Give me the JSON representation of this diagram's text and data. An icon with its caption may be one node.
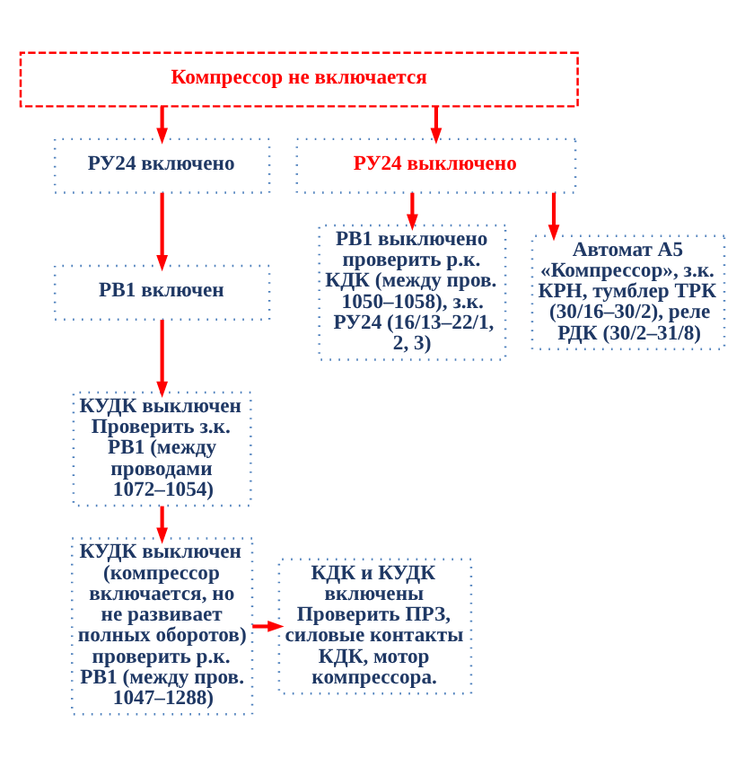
{
  "diagram": {
    "nodes": [
      {
        "text": [
          "Компрессор не включается"
        ]
      },
      {
        "text": [
          "РУ24 включено"
        ]
      },
      {
        "text": [
          "РУ24 выключено"
        ]
      },
      {
        "text": [
          "РВ1 включен"
        ]
      },
      {
        "text": [
          "РВ1 выключено проверить р.к. КДК (между пров. 1050–1058), з.к. РУ24 (16/13–22/1, 2, 3)"
        ]
      },
      {
        "text": [
          "Автомат А5 «Компрессор», з.к. КРН, тумблер ТРК (30/16–30/2), реле РДК (30/2–31/8)"
        ]
      },
      {
        "text": [
          "КУДК выключен",
          "Проверить з.к. РВ1 (между проводами 1072–1054)"
        ]
      },
      {
        "text": [
          "КУДК выключен (компрессор включается, но не развивает полных оборотов) проверить р.к. РВ1 (между пров. 1047–1288)"
        ]
      },
      {
        "text": [
          "КДК и КУДК включены",
          "Проверить ПРЗ, силовые контакты КДК, мотор компрессора."
        ]
      }
    ],
    "edges": [
      {
        "from": 0,
        "to": 1,
        "arrow": "to"
      },
      {
        "from": 0,
        "to": 2,
        "arrow": "to"
      },
      {
        "from": 1,
        "to": 3,
        "arrow": "to"
      },
      {
        "from": 2,
        "to": 4,
        "arrow": "to"
      },
      {
        "from": 2,
        "to": 5,
        "arrow": "to"
      },
      {
        "from": 3,
        "to": 6,
        "arrow": "to"
      },
      {
        "from": 6,
        "to": 7,
        "arrow": "to"
      },
      {
        "from": 7,
        "to": 8,
        "arrow": "to"
      }
    ]
  }
}
